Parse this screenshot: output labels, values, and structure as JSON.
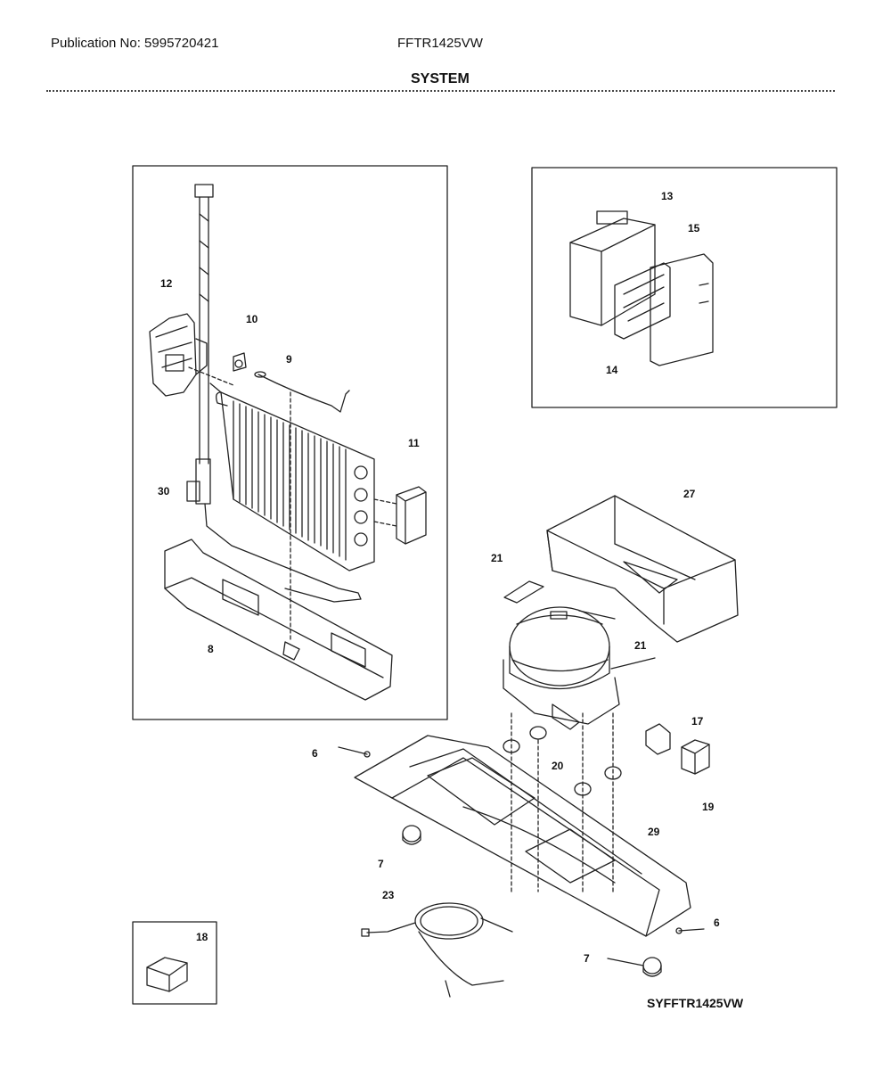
{
  "header": {
    "publication": "Publication No: 5995720421",
    "model": "FFTR1425VW",
    "section_title": "SYSTEM"
  },
  "diagram_code": "SYFFTR1425VW",
  "callouts": {
    "c6a": "6",
    "c6b": "6",
    "c7a": "7",
    "c7b": "7",
    "c8": "8",
    "c9": "9",
    "c10": "10",
    "c11": "11",
    "c12": "12",
    "c13": "13",
    "c14": "14",
    "c15": "15",
    "c17": "17",
    "c18": "18",
    "c19": "19",
    "c20": "20",
    "c21a": "21",
    "c21b": "21",
    "c23": "23",
    "c27": "27",
    "c29": "29",
    "c30": "30"
  }
}
